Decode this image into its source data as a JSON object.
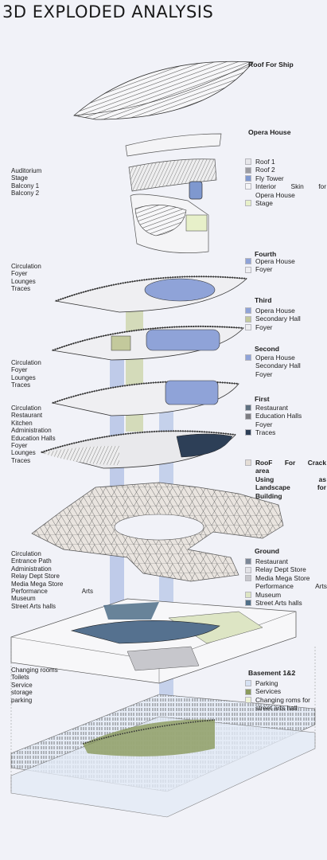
{
  "title": "3D EXPLODED ANALYSIS",
  "left_labels": {
    "auditorium": [
      "Auditorium",
      "Stage",
      "Balcony 1",
      "Balcony 2"
    ],
    "upper_circulation": [
      "Circulation",
      "Foyer",
      "Lounges",
      "Traces"
    ],
    "mid_circulation": [
      "Circulation",
      "Foyer",
      "Lounges",
      "Traces"
    ],
    "first_circulation": [
      "Circulation",
      "Restaurant",
      "Kitchen",
      "Administration",
      "Education Halls",
      "Foyer",
      "Lounges",
      "Traces"
    ],
    "ground_circulation": [
      "Circulation",
      "Entrance Path",
      "Administration",
      "Relay Dept Store",
      "Media Mega Store",
      "Performance",
      "Arts",
      "Museum",
      "Street Arts halls"
    ],
    "basement": [
      "Changing rooms",
      "Toilets",
      "Service",
      "storage",
      "parking"
    ]
  },
  "sections": {
    "roof_ship": {
      "title": "Roof For Ship"
    },
    "opera_house": {
      "title": "Opera House",
      "items": [
        {
          "label": "Roof 1",
          "color": "#e6e6ea"
        },
        {
          "label": "Roof 2",
          "color": "#9c9ca2"
        },
        {
          "label": "Fly Tower",
          "color": "#7f98cf"
        },
        {
          "label": "Interior",
          "label2": "Skin",
          "label3": "for",
          "color": "#f4f4f6"
        },
        {
          "label": "Opera House",
          "color": null
        },
        {
          "label": "Stage",
          "color": "#e7f0c9"
        }
      ]
    },
    "fourth": {
      "title": "Fourth",
      "items": [
        {
          "label": "Opera House",
          "color": "#8fa3d8"
        },
        {
          "label": "Foyer",
          "color": "#eeeef1"
        }
      ]
    },
    "third": {
      "title": "Third",
      "items": [
        {
          "label": "Opera House",
          "color": "#8fa3d8"
        },
        {
          "label": "Secondary Hall",
          "color": "#c3c99c"
        },
        {
          "label": "Foyer",
          "color": "#eeeef1"
        }
      ]
    },
    "second": {
      "title": "Second",
      "items": [
        {
          "label": "Opera House",
          "color": "#8fa3d8"
        },
        {
          "label": "Secondary Hall",
          "color": null
        },
        {
          "label": "Foyer",
          "color": null
        }
      ]
    },
    "first": {
      "title": "First",
      "items": [
        {
          "label": "Restaurant",
          "color": "#5f7180"
        },
        {
          "label": "Education Halls",
          "color": "#7d7d82"
        },
        {
          "label": "Foyer",
          "color": null
        },
        {
          "label": "Traces",
          "color": "#2d3f57"
        }
      ]
    },
    "roof_crack": {
      "lines": [
        {
          "a": "RooF",
          "b": "For",
          "c": "Crack"
        },
        {
          "a": "area",
          "b": "",
          "c": ""
        },
        {
          "a": "Using",
          "b": "",
          "c": "as"
        },
        {
          "a": "Landscape",
          "b": "",
          "c": "for"
        },
        {
          "a": "Building",
          "b": "",
          "c": ""
        }
      ],
      "color": "#e4ddd6"
    },
    "ground": {
      "title": "Ground",
      "items": [
        {
          "label": "Restaurant",
          "color": "#7c8797"
        },
        {
          "label": "Relay Dept Store",
          "color": "#e2e2e6"
        },
        {
          "label": "Media Mega Store",
          "color": "#c7c7cc"
        },
        {
          "label": "Performance",
          "label2": "Arts",
          "color": null
        },
        {
          "label": "Museum",
          "color": "#dde5c4"
        },
        {
          "label": "Street Arts halls",
          "color": "#4f6f88"
        }
      ]
    },
    "basement": {
      "title": "Basement 1&2",
      "items": [
        {
          "label": "Parking",
          "color": "#d6e1f2"
        },
        {
          "label": "Services",
          "color": "#8a9a5c"
        },
        {
          "label": "Changing roms for",
          "color": "#eef3d6"
        },
        {
          "label": "street arts hall",
          "color": null
        }
      ]
    }
  },
  "colors": {
    "opera_blue": "#8fa3d8",
    "core_green": "#c9d3a6",
    "core_blue": "#a9bbe3",
    "floor_grey": "#dcdcdf",
    "line": "#3a3a3a"
  }
}
